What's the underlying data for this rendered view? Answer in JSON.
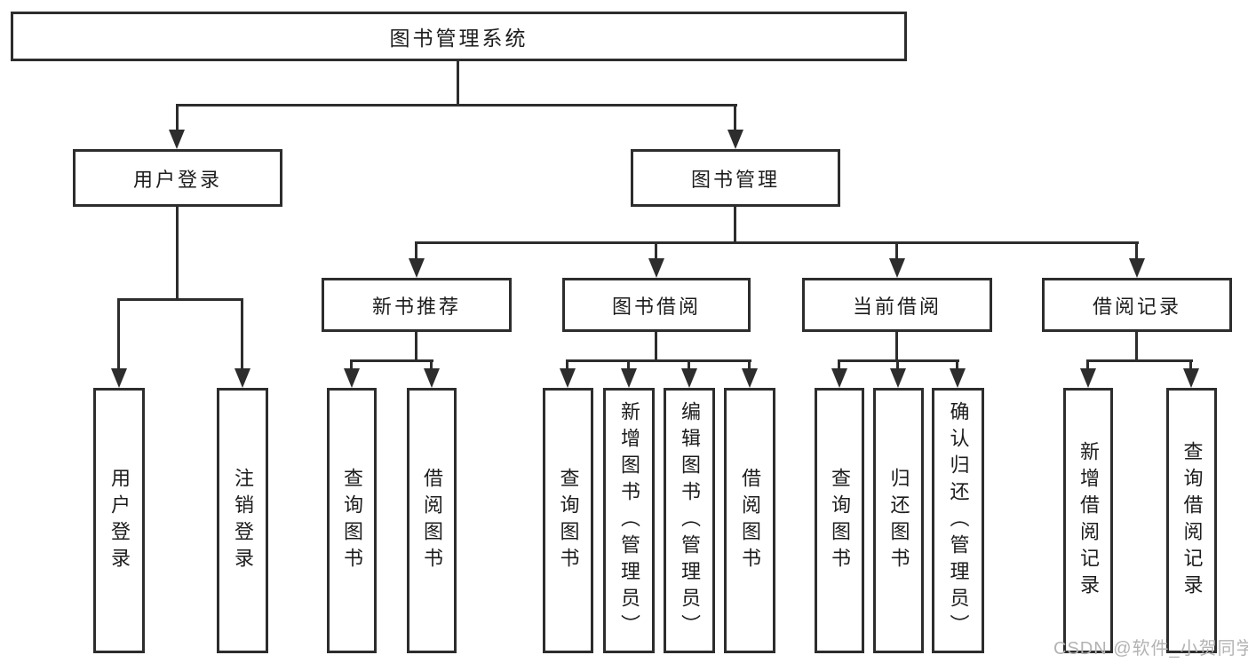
{
  "diagram_title": "图书管理系统",
  "colors": {
    "background": "#ffffff",
    "line": "#2d2d2d",
    "text": "#1d1d1d",
    "watermark": "#b3b3b3"
  },
  "watermark": {
    "text": "CSDN @软件_小贺同学"
  },
  "nodes": {
    "root": {
      "label": "图书管理系统"
    },
    "user_login": {
      "label": "用户登录"
    },
    "book_mgmt": {
      "label": "图书管理"
    },
    "new_book_rec": {
      "label": "新书推荐"
    },
    "book_borrow": {
      "label": "图书借阅"
    },
    "current_borrow": {
      "label": "当前借阅"
    },
    "borrow_record": {
      "label": "借阅记录"
    },
    "leaf_user_login": {
      "label": "用户登录"
    },
    "leaf_logout": {
      "label": "注销登录"
    },
    "nb_query": {
      "label": "查询图书"
    },
    "nb_borrow": {
      "label": "借阅图书"
    },
    "bb_query": {
      "label": "查询图书"
    },
    "bb_add": {
      "label": "新增图书（管理员）"
    },
    "bb_edit": {
      "label": "编辑图书（管理员）"
    },
    "bb_borrow": {
      "label": "借阅图书"
    },
    "cb_query": {
      "label": "查询图书"
    },
    "cb_return": {
      "label": "归还图书"
    },
    "cb_confirm": {
      "label": "确认归还（管理员）"
    },
    "br_add": {
      "label": "新增借阅记录"
    },
    "br_query": {
      "label": "查询借阅记录"
    }
  },
  "edges": [
    [
      "root",
      "user_login"
    ],
    [
      "root",
      "book_mgmt"
    ],
    [
      "user_login",
      "leaf_user_login"
    ],
    [
      "user_login",
      "leaf_logout"
    ],
    [
      "book_mgmt",
      "new_book_rec"
    ],
    [
      "book_mgmt",
      "book_borrow"
    ],
    [
      "book_mgmt",
      "current_borrow"
    ],
    [
      "book_mgmt",
      "borrow_record"
    ],
    [
      "new_book_rec",
      "nb_query"
    ],
    [
      "new_book_rec",
      "nb_borrow"
    ],
    [
      "book_borrow",
      "bb_query"
    ],
    [
      "book_borrow",
      "bb_add"
    ],
    [
      "book_borrow",
      "bb_edit"
    ],
    [
      "book_borrow",
      "bb_borrow"
    ],
    [
      "current_borrow",
      "cb_query"
    ],
    [
      "current_borrow",
      "cb_return"
    ],
    [
      "current_borrow",
      "cb_confirm"
    ],
    [
      "borrow_record",
      "br_add"
    ],
    [
      "borrow_record",
      "br_query"
    ]
  ]
}
